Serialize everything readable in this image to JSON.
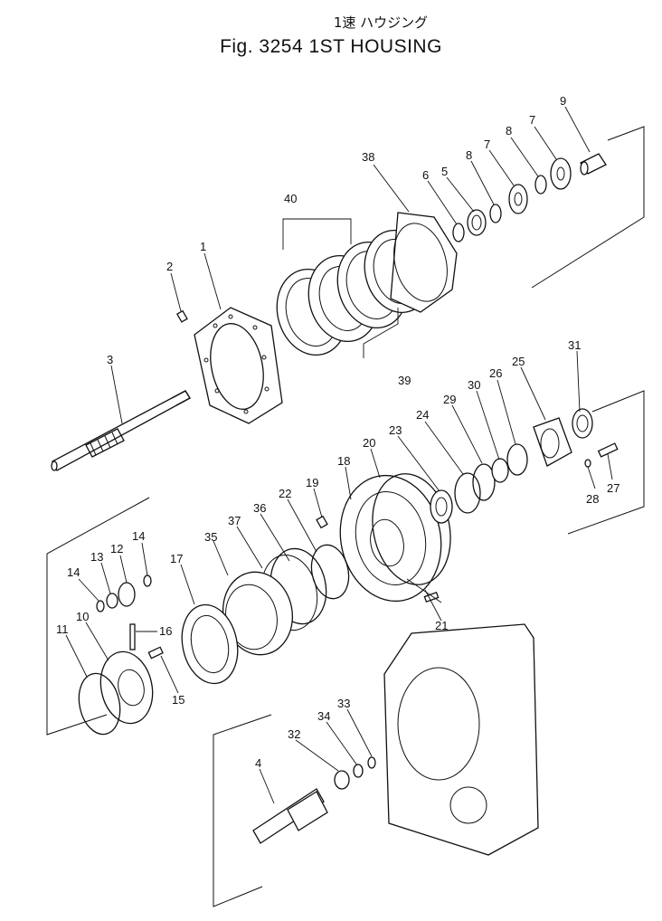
{
  "title": {
    "japanese": "1速 ハウジング",
    "english": "Fig. 3254   1ST HOUSING"
  },
  "callouts": [
    {
      "id": "c1",
      "text": "1"
    },
    {
      "id": "c2",
      "text": "2"
    },
    {
      "id": "c3",
      "text": "3"
    },
    {
      "id": "c4",
      "text": "4"
    },
    {
      "id": "c5",
      "text": "5"
    },
    {
      "id": "c6",
      "text": "6"
    },
    {
      "id": "c7a",
      "text": "7"
    },
    {
      "id": "c7b",
      "text": "7"
    },
    {
      "id": "c8a",
      "text": "8"
    },
    {
      "id": "c8b",
      "text": "8"
    },
    {
      "id": "c9",
      "text": "9"
    },
    {
      "id": "c10",
      "text": "10"
    },
    {
      "id": "c11",
      "text": "11"
    },
    {
      "id": "c12",
      "text": "12"
    },
    {
      "id": "c13",
      "text": "13"
    },
    {
      "id": "c14a",
      "text": "14"
    },
    {
      "id": "c14b",
      "text": "14"
    },
    {
      "id": "c15",
      "text": "15"
    },
    {
      "id": "c16",
      "text": "16"
    },
    {
      "id": "c17",
      "text": "17"
    },
    {
      "id": "c18",
      "text": "18"
    },
    {
      "id": "c19",
      "text": "19"
    },
    {
      "id": "c20",
      "text": "20"
    },
    {
      "id": "c21",
      "text": "21"
    },
    {
      "id": "c22",
      "text": "22"
    },
    {
      "id": "c23",
      "text": "23"
    },
    {
      "id": "c24",
      "text": "24"
    },
    {
      "id": "c25",
      "text": "25"
    },
    {
      "id": "c26",
      "text": "26"
    },
    {
      "id": "c27",
      "text": "27"
    },
    {
      "id": "c28",
      "text": "28"
    },
    {
      "id": "c29",
      "text": "29"
    },
    {
      "id": "c30",
      "text": "30"
    },
    {
      "id": "c31",
      "text": "31"
    },
    {
      "id": "c32",
      "text": "32"
    },
    {
      "id": "c33",
      "text": "33"
    },
    {
      "id": "c34",
      "text": "34"
    },
    {
      "id": "c35",
      "text": "35"
    },
    {
      "id": "c36",
      "text": "36"
    },
    {
      "id": "c37",
      "text": "37"
    },
    {
      "id": "c38",
      "text": "38"
    },
    {
      "id": "c39",
      "text": "39"
    },
    {
      "id": "c40",
      "text": "40"
    }
  ]
}
